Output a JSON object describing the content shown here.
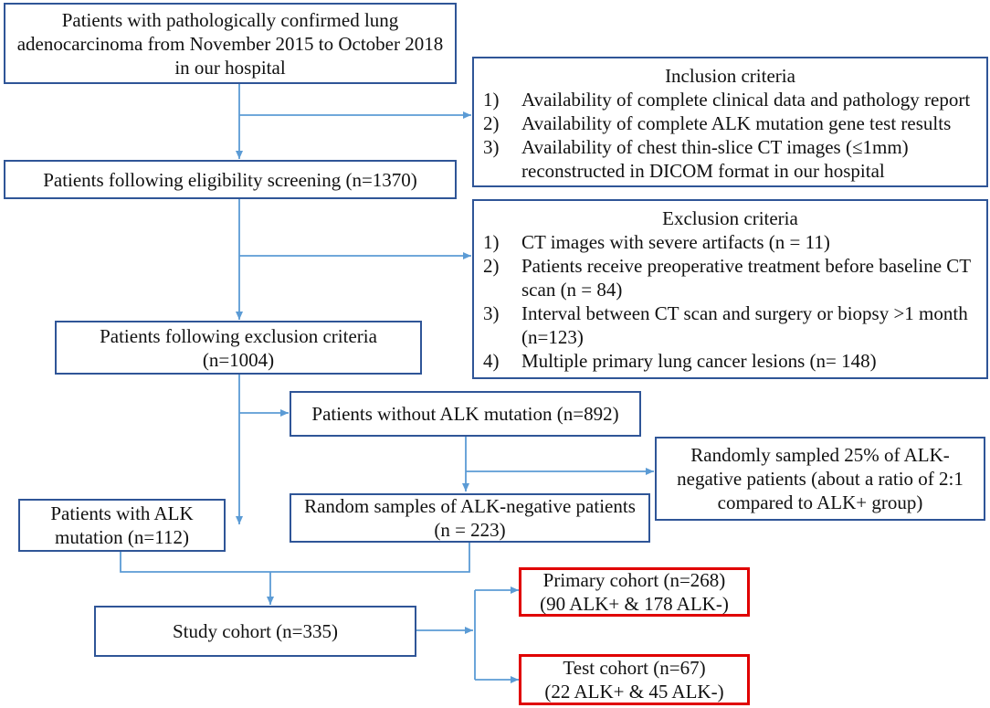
{
  "nodes": {
    "start": [
      "Patients with pathologically confirmed lung",
      "adenocarcinoma from November 2015 to October 2018",
      "in our hospital"
    ],
    "eligible": "Patients following eligibility screening (n=1370)",
    "excluded": [
      "Patients following exclusion criteria",
      "(n=1004)"
    ],
    "without_alk": "Patients without ALK mutation (n=892)",
    "random_note": [
      "Randomly sampled 25% of ALK-",
      "negative patients (about a ratio of 2:1",
      "compared to ALK+ group)"
    ],
    "with_alk": [
      "Patients with ALK",
      "mutation (n=112)"
    ],
    "random_samples": [
      "Random samples of ALK-negative patients",
      "(n = 223)"
    ],
    "study": "Study cohort (n=335)",
    "primary": [
      "Primary cohort (n=268)",
      "(90 ALK+ & 178 ALK-)"
    ],
    "test": [
      "Test cohort (n=67)",
      "(22 ALK+ & 45 ALK-)"
    ]
  },
  "inclusion": {
    "title": "Inclusion criteria",
    "items": [
      {
        "num": "1)",
        "lines": [
          "Availability of complete clinical data and pathology report"
        ]
      },
      {
        "num": "2)",
        "lines": [
          "Availability of complete ALK mutation gene test results"
        ]
      },
      {
        "num": "3)",
        "lines": [
          "Availability of chest thin-slice CT images (≤1mm)",
          "reconstructed in DICOM format in our hospital"
        ]
      }
    ]
  },
  "exclusion": {
    "title": "Exclusion criteria",
    "items": [
      {
        "num": "1)",
        "lines": [
          "CT images with severe artifacts (n = 11)"
        ]
      },
      {
        "num": "2)",
        "lines": [
          "Patients receive preoperative treatment before baseline CT",
          "scan (n = 84)"
        ]
      },
      {
        "num": "3)",
        "lines": [
          "Interval between CT scan and surgery or biopsy >1 month",
          "(n=123)"
        ]
      },
      {
        "num": "4)",
        "lines": [
          "Multiple primary lung cancer lesions (n= 148)"
        ]
      }
    ]
  },
  "colors": {
    "box_border": "#2f5597",
    "arrow": "#5b9bd5",
    "highlight": "#e00000"
  }
}
